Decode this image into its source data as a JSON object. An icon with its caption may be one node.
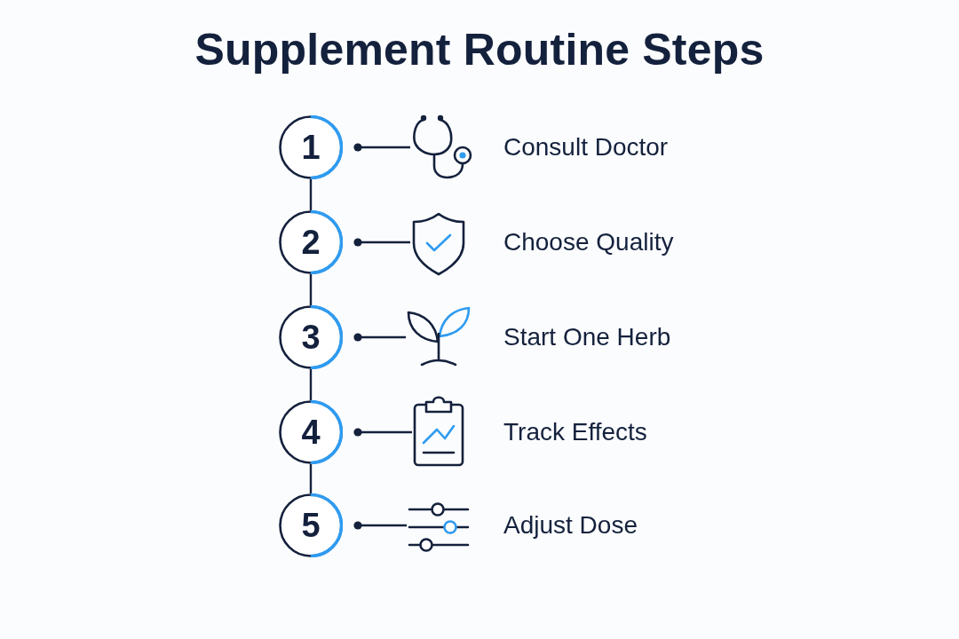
{
  "diagram": {
    "title": "Supplement Routine Steps",
    "nodes": [
      {
        "text": [
          "1"
        ]
      },
      {
        "text": [],
        "shape": "picture",
        "beside": [
          "Consult Doctor"
        ]
      },
      {
        "text": [
          "2"
        ]
      },
      {
        "text": [],
        "shape": "picture",
        "beside": [
          "Choose Quality"
        ]
      },
      {
        "text": [
          "3"
        ]
      },
      {
        "text": [],
        "shape": "picture",
        "beside": [
          "Start One Herb"
        ]
      },
      {
        "text": [
          "4"
        ]
      },
      {
        "text": [],
        "shape": "picture",
        "beside": [
          "Track Effects"
        ]
      },
      {
        "text": [
          "5"
        ]
      },
      {
        "text": [],
        "shape": "picture",
        "beside": [
          "Adjust Dose"
        ]
      }
    ],
    "edges": [
      {
        "from": 0,
        "to": 1,
        "arrow": "other"
      },
      {
        "from": 0,
        "to": 2,
        "arrow": "none"
      },
      {
        "from": 2,
        "to": 3,
        "arrow": "other"
      },
      {
        "from": 2,
        "to": 4,
        "arrow": "none"
      },
      {
        "from": 4,
        "to": 5,
        "arrow": "other"
      },
      {
        "from": 4,
        "to": 6,
        "arrow": "none"
      },
      {
        "from": 6,
        "to": 7,
        "arrow": "other"
      },
      {
        "from": 6,
        "to": 8,
        "arrow": "none"
      },
      {
        "from": 8,
        "to": 9,
        "arrow": "other"
      }
    ]
  }
}
